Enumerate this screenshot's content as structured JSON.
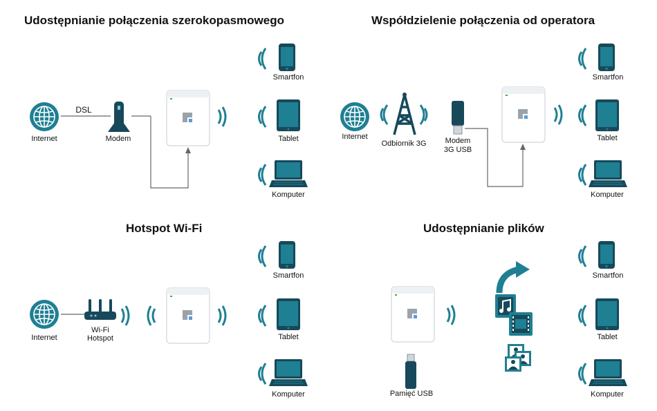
{
  "colors": {
    "teal": "#1f7f93",
    "dark_teal": "#17495a",
    "wave": "#1f7f93",
    "line": "#666666",
    "device_body": "#ffffff",
    "logo_gray": "#9aa3ab",
    "logo_blue": "#5b9bd5",
    "led_green": "#3bb33b"
  },
  "icons": {
    "globe": "globe-icon",
    "phone": "smartphone-icon",
    "tablet": "tablet-icon",
    "laptop": "laptop-icon",
    "wifi": "wifi-wave-icon",
    "modem": "modem-icon",
    "tower": "cell-tower-icon",
    "usb_modem": "usb-modem-icon",
    "router": "router-icon",
    "extender": "range-extender-icon",
    "usb_stick": "usb-stick-icon",
    "media_files": "media-files-icon"
  },
  "panels": {
    "broadband": {
      "title": "Udostępnianie połączenia szerokopasmowego",
      "internet_label": "Internet",
      "link_label": "DSL",
      "modem_label": "Modem",
      "phone_label": "Smartfon",
      "tablet_label": "Tablet",
      "laptop_label": "Komputer"
    },
    "operator": {
      "title": "Współdzielenie połączenia od operatora",
      "internet_label": "Internet",
      "tower_label": "Odbiornik 3G",
      "usb_modem_label_1": "Modem",
      "usb_modem_label_2": "3G USB",
      "phone_label": "Smartfon",
      "tablet_label": "Tablet",
      "laptop_label": "Komputer"
    },
    "hotspot": {
      "title": "Hotspot Wi-Fi",
      "internet_label": "Internet",
      "hotspot_label_1": "Wi-Fi",
      "hotspot_label_2": "Hotspot",
      "phone_label": "Smartfon",
      "tablet_label": "Tablet",
      "laptop_label": "Komputer"
    },
    "files": {
      "title": "Udostępnianie plików",
      "usb_label": "Pamięć USB",
      "phone_label": "Smartfon",
      "tablet_label": "Tablet",
      "laptop_label": "Komputer"
    }
  }
}
